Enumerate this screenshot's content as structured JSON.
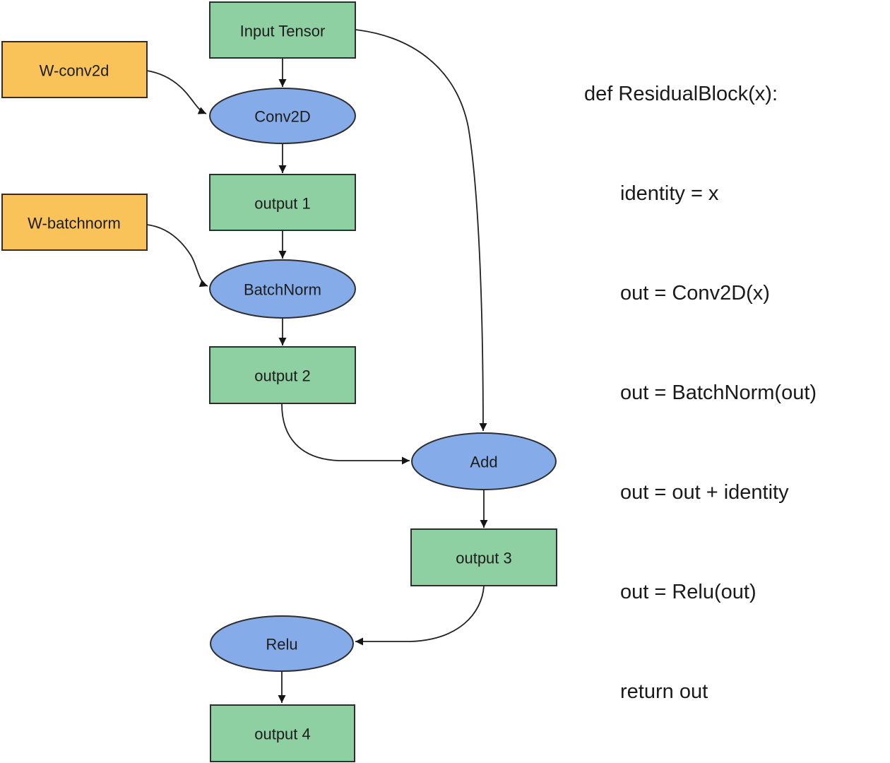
{
  "nodes": {
    "input_tensor": {
      "label": "Input Tensor",
      "type": "data"
    },
    "w_conv2d": {
      "label": "W-conv2d",
      "type": "weight"
    },
    "conv2d": {
      "label": "Conv2D",
      "type": "op"
    },
    "output1": {
      "label": "output 1",
      "type": "data"
    },
    "w_batchnorm": {
      "label": "W-batchnorm",
      "type": "weight"
    },
    "batchnorm": {
      "label": "BatchNorm",
      "type": "op"
    },
    "output2": {
      "label": "output 2",
      "type": "data"
    },
    "add": {
      "label": "Add",
      "type": "op"
    },
    "output3": {
      "label": "output 3",
      "type": "data"
    },
    "relu": {
      "label": "Relu",
      "type": "op"
    },
    "output4": {
      "label": "output 4",
      "type": "data"
    }
  },
  "edges": [
    {
      "from": "input_tensor",
      "to": "conv2d"
    },
    {
      "from": "w_conv2d",
      "to": "conv2d"
    },
    {
      "from": "conv2d",
      "to": "output1"
    },
    {
      "from": "output1",
      "to": "batchnorm"
    },
    {
      "from": "w_batchnorm",
      "to": "batchnorm"
    },
    {
      "from": "batchnorm",
      "to": "output2"
    },
    {
      "from": "output2",
      "to": "add"
    },
    {
      "from": "input_tensor",
      "to": "add"
    },
    {
      "from": "add",
      "to": "output3"
    },
    {
      "from": "output3",
      "to": "relu"
    },
    {
      "from": "relu",
      "to": "output4"
    }
  ],
  "code": {
    "lines": [
      "def ResidualBlock(x):",
      "identity = x",
      "out = Conv2D(x)",
      "out = BatchNorm(out)",
      "out = out + identity",
      "out = Relu(out)",
      "return out"
    ]
  },
  "colors": {
    "data_node_fill": "#8fd0a2",
    "op_node_fill": "#85ace9",
    "weight_node_fill": "#fac35a",
    "node_border": "#2e2e2e",
    "edge": "#212121",
    "text": "#1c1c1c",
    "background": "#ffffff"
  }
}
